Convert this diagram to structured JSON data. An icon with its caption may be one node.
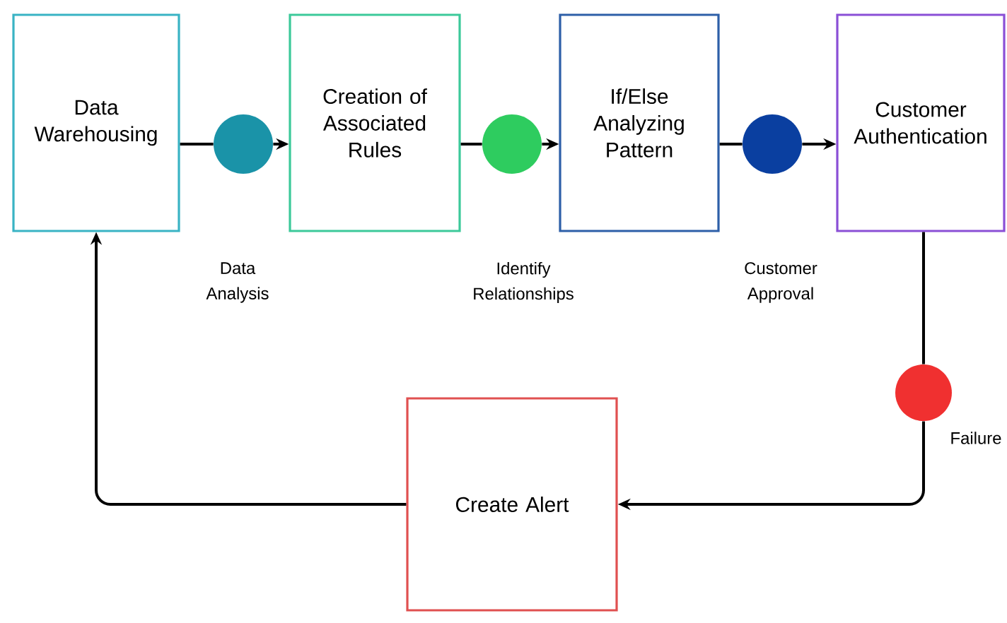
{
  "diagram": {
    "nodes": [
      {
        "text": [
          "Data Warehousing"
        ]
      },
      {
        "text": [],
        "shape": "circle"
      },
      {
        "text": [
          "Creation of Associated Rules"
        ]
      },
      {
        "text": [],
        "shape": "circle"
      },
      {
        "text": [
          "If/Else Analyzing Pattern"
        ]
      },
      {
        "text": [],
        "shape": "circle"
      },
      {
        "text": [
          "Customer Authentication"
        ]
      },
      {
        "text": [],
        "shape": "circle",
        "beside": [
          "Failure"
        ]
      },
      {
        "text": [
          "Create Alert"
        ]
      }
    ],
    "edges": [
      {
        "from": 0,
        "to": 1,
        "arrow": "none"
      },
      {
        "from": 1,
        "to": 2,
        "arrow": "to"
      },
      {
        "from": 2,
        "to": 3,
        "arrow": "none"
      },
      {
        "from": 3,
        "to": 4,
        "arrow": "to"
      },
      {
        "from": 4,
        "to": 5,
        "arrow": "none"
      },
      {
        "from": 5,
        "to": 6,
        "arrow": "to"
      },
      {
        "from": 6,
        "to": 7,
        "arrow": "none"
      },
      {
        "from": 7,
        "to": 8,
        "arrow": "to"
      },
      {
        "from": 8,
        "to": 0,
        "arrow": "to"
      }
    ],
    "labels": [
      "Data Analysis",
      "Identify Relationships",
      "Customer Approval"
    ]
  }
}
